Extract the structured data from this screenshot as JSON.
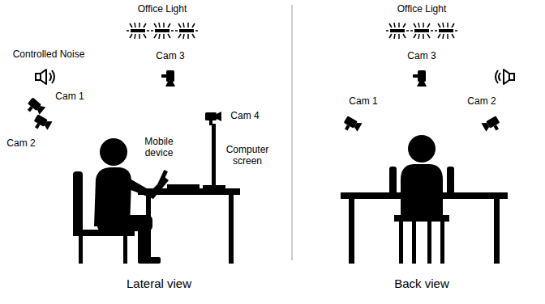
{
  "diagram": {
    "labels": [
      "Office Light",
      "Controlled Noise",
      "Cam 3",
      "Cam 1",
      "Cam 2",
      "Mobile device",
      "Cam 4",
      "Computer screen",
      "Lateral view",
      "Office Light",
      "Cam 3",
      "Cam 1",
      "Cam 2",
      "Back view"
    ]
  }
}
